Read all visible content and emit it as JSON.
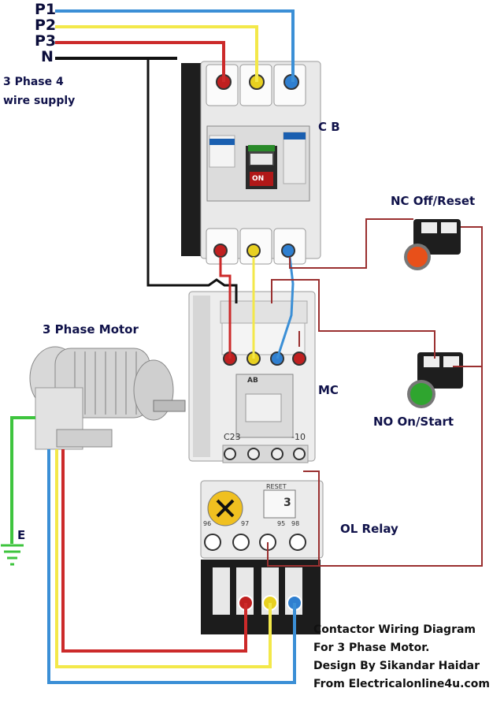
{
  "supply": {
    "lines": [
      {
        "label": "P1",
        "color": "#3b8fd6"
      },
      {
        "label": "P2",
        "color": "#f3e84a"
      },
      {
        "label": "P3",
        "color": "#cc2a2a"
      },
      {
        "label": "N",
        "color": "#111111"
      }
    ],
    "description_line1": "3 Phase 4",
    "description_line2": "wire supply"
  },
  "components": {
    "circuit_breaker": "C B",
    "contactor": "MC",
    "overload_relay": "OL Relay",
    "motor": "3 Phase Motor",
    "earth": "E",
    "nc_button": "NC Off/Reset",
    "no_button": "NO  On/Start"
  },
  "device_markings": {
    "cb_on": "ON",
    "mc_c23": "C23",
    "mc_10": "-10",
    "mc_brand": "AB",
    "ol_reset": "RESET",
    "ol_setting": "3",
    "ol_96": "96",
    "ol_97": "97",
    "ol_95": "95",
    "ol_98": "98"
  },
  "credits": {
    "line1": "Contactor Wiring Diagram",
    "line2": "For 3 Phase Motor.",
    "line3": "Design By Sikandar Haidar",
    "line4": "From Electricalonline4u.com"
  },
  "colors": {
    "red_wire": "#cc2a2a",
    "yellow_wire": "#f3e84a",
    "blue_wire": "#3b8fd6",
    "neutral_wire": "#111111",
    "earth_wire": "#3ec43e",
    "control_wire": "#9a3030",
    "nc_button": "#e8501a",
    "no_button": "#2fa52f"
  }
}
